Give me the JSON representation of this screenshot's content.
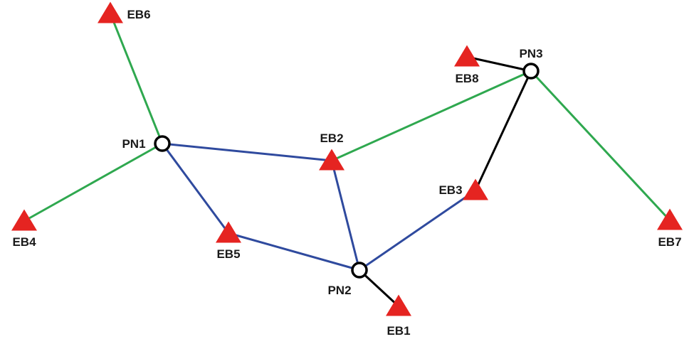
{
  "colors": {
    "triangle": "#e52421",
    "circle_stroke": "#000000",
    "edge_green": "#2fa84f",
    "edge_blue": "#2f4a9e",
    "edge_black": "#000000",
    "label": "#1a1a1a"
  },
  "nodes": [
    {
      "id": "PN1",
      "label": "PN1",
      "shape": "circle"
    },
    {
      "id": "PN2",
      "label": "PN2",
      "shape": "circle"
    },
    {
      "id": "PN3",
      "label": "PN3",
      "shape": "circle"
    },
    {
      "id": "EB1",
      "label": "EB1",
      "shape": "triangle"
    },
    {
      "id": "EB2",
      "label": "EB2",
      "shape": "triangle"
    },
    {
      "id": "EB3",
      "label": "EB3",
      "shape": "triangle"
    },
    {
      "id": "EB4",
      "label": "EB4",
      "shape": "triangle"
    },
    {
      "id": "EB5",
      "label": "EB5",
      "shape": "triangle"
    },
    {
      "id": "EB6",
      "label": "EB6",
      "shape": "triangle"
    },
    {
      "id": "EB7",
      "label": "EB7",
      "shape": "triangle"
    },
    {
      "id": "EB8",
      "label": "EB8",
      "shape": "triangle"
    }
  ],
  "edges": [
    {
      "from": "EB6",
      "to": "PN1",
      "color": "edge_green"
    },
    {
      "from": "EB4",
      "to": "PN1",
      "color": "edge_green"
    },
    {
      "from": "EB2",
      "to": "PN3",
      "color": "edge_green"
    },
    {
      "from": "PN3",
      "to": "EB7",
      "color": "edge_green"
    },
    {
      "from": "PN1",
      "to": "EB2",
      "color": "edge_blue"
    },
    {
      "from": "PN1",
      "to": "EB5",
      "color": "edge_blue"
    },
    {
      "from": "EB5",
      "to": "PN2",
      "color": "edge_blue"
    },
    {
      "from": "EB2",
      "to": "PN2",
      "color": "edge_blue"
    },
    {
      "from": "PN2",
      "to": "EB3",
      "color": "edge_blue"
    },
    {
      "from": "EB8",
      "to": "PN3",
      "color": "edge_black"
    },
    {
      "from": "PN3",
      "to": "EB3",
      "color": "edge_black"
    },
    {
      "from": "PN2",
      "to": "EB1",
      "color": "edge_black"
    }
  ]
}
